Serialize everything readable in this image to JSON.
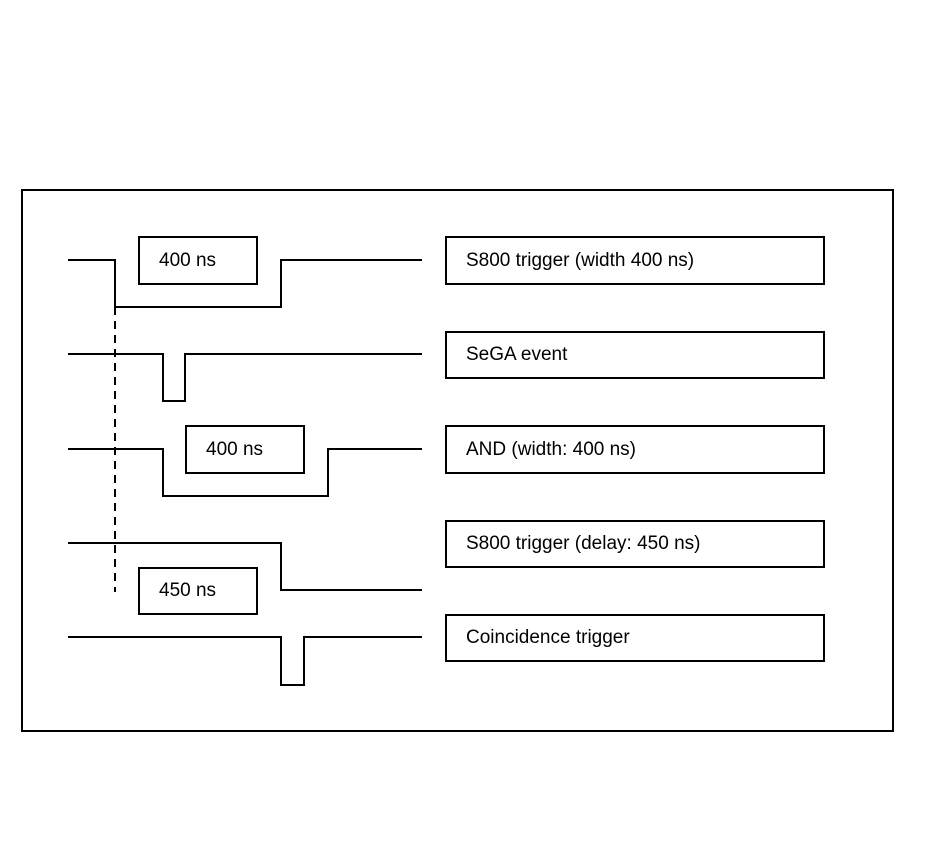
{
  "signals": [
    {
      "id": "s800-trigger",
      "label": "S800 trigger (width 400 ns)",
      "duration_label": "400 ns"
    },
    {
      "id": "sega-event",
      "label": "SeGA event"
    },
    {
      "id": "and",
      "label": "AND (width:  400 ns)",
      "duration_label": "400 ns"
    },
    {
      "id": "s800-delayed",
      "label": "S800 trigger (delay:  450 ns)",
      "duration_label": "450 ns"
    },
    {
      "id": "coincidence",
      "label": "Coincidence trigger"
    }
  ]
}
